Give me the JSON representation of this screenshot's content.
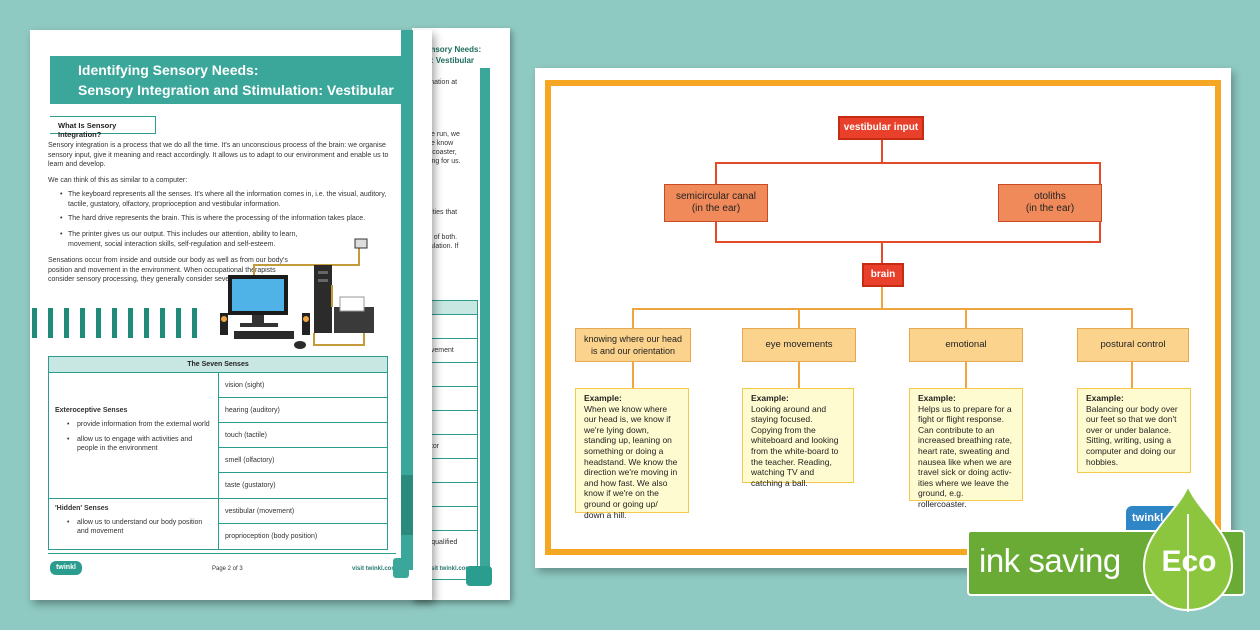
{
  "front_page": {
    "title_line1": "Identifying Sensory Needs:",
    "title_line2": "Sensory Integration and Stimulation: Vestibular",
    "section_heading": "What Is Sensory Integration?",
    "intro": "Sensory integration is a process that we do all the time. It's an unconscious process of the brain: we organise sensory input, give it meaning and react accordingly. It allows us to adapt to our environment and enable us to learn and develop.",
    "computer_intro": "We can think of this as similar to a computer:",
    "bullets": [
      "The keyboard represents all the senses. It's where all the information comes in, i.e. the visual, auditory, tactile, gustatory, olfactory, proprioception and vestibular information.",
      "The hard drive represents the brain. This is where the processing of the information takes place.",
      "The printer gives us our output. This includes our attention, ability to learn, movement, social interaction skills, self-regulation and self-esteem."
    ],
    "sensations": "Sensations occur from inside and outside our body as well as from our body's position and movement in the environment. When occupational therapists consider sensory processing, they generally consider seven senses.",
    "table": {
      "heading": "The Seven Senses",
      "exteroceptive": {
        "title": "Exteroceptive Senses",
        "points": [
          "provide information from the external world",
          "allow us to engage with activities and people in the environment"
        ],
        "senses": [
          "vision (sight)",
          "hearing (auditory)",
          "touch (tactile)",
          "smell (olfactory)",
          "taste (gustatory)"
        ]
      },
      "hidden": {
        "title": "'Hidden' Senses",
        "points": [
          "allow us to understand our body position and movement"
        ],
        "senses": [
          "vestibular (movement)",
          "proprioception (body position)"
        ]
      }
    },
    "logo": "twinkl",
    "page_number": "Page 2 of 3",
    "visit": "visit twinkl.com"
  },
  "back_page": {
    "title_line1": "ensory Needs:",
    "title_line2": "n: Vestibular",
    "fragments": [
      "rmation at",
      "we run, we",
      "we know",
      "ercoaster,",
      "ning for us.",
      "ivities that",
      "rs of both.",
      "nulation. If",
      "ovement",
      "ator",
      "r qualified",
      "visit twinkl.com"
    ]
  },
  "diagram": {
    "root": "vestibular input",
    "level2": [
      {
        "label": "semicircular canal",
        "sub": "(in the ear)"
      },
      {
        "label": "otoliths",
        "sub": "(in the ear)"
      }
    ],
    "center": "brain",
    "outcomes": [
      {
        "label": "knowing where our head is and our orientation",
        "example_label": "Example:",
        "example": "When we know where our head is, we know if we're lying down, standing up, leaning on something or doing a headstand. We know the direction we're moving in and how fast. We also know if we're on the ground or going up/ down a hill."
      },
      {
        "label": "eye movements",
        "example_label": "Example:",
        "example": "Looking around and staying focused. Copying from the whiteboard and looking from the white-board to the teacher. Reading, watching TV and catching a ball."
      },
      {
        "label": "emotional",
        "example_label": "Example:",
        "example": "Helps us to prepare for a fight or flight response. Can contribute to an increased breathing rate, heart rate, sweating and nausea like when we are travel sick or doing activ-ities where we leave the ground, e.g. rollercoaster."
      },
      {
        "label": "postural control",
        "example_label": "Example:",
        "example": "Balancing our body over our feet so that we don't over or under balance. Sitting, writing, using a computer and doing our hobbies."
      }
    ],
    "corner_logo": "twinkl"
  },
  "badge": {
    "text": "ink saving",
    "eco": "Eco"
  },
  "colors": {
    "background": "#8fcac2",
    "teal": "#3aa79a",
    "diagram_red": "#e8402a",
    "diagram_orange": "#f08a5a",
    "diagram_border": "#f5a623",
    "eco_green": "#6aab35"
  }
}
